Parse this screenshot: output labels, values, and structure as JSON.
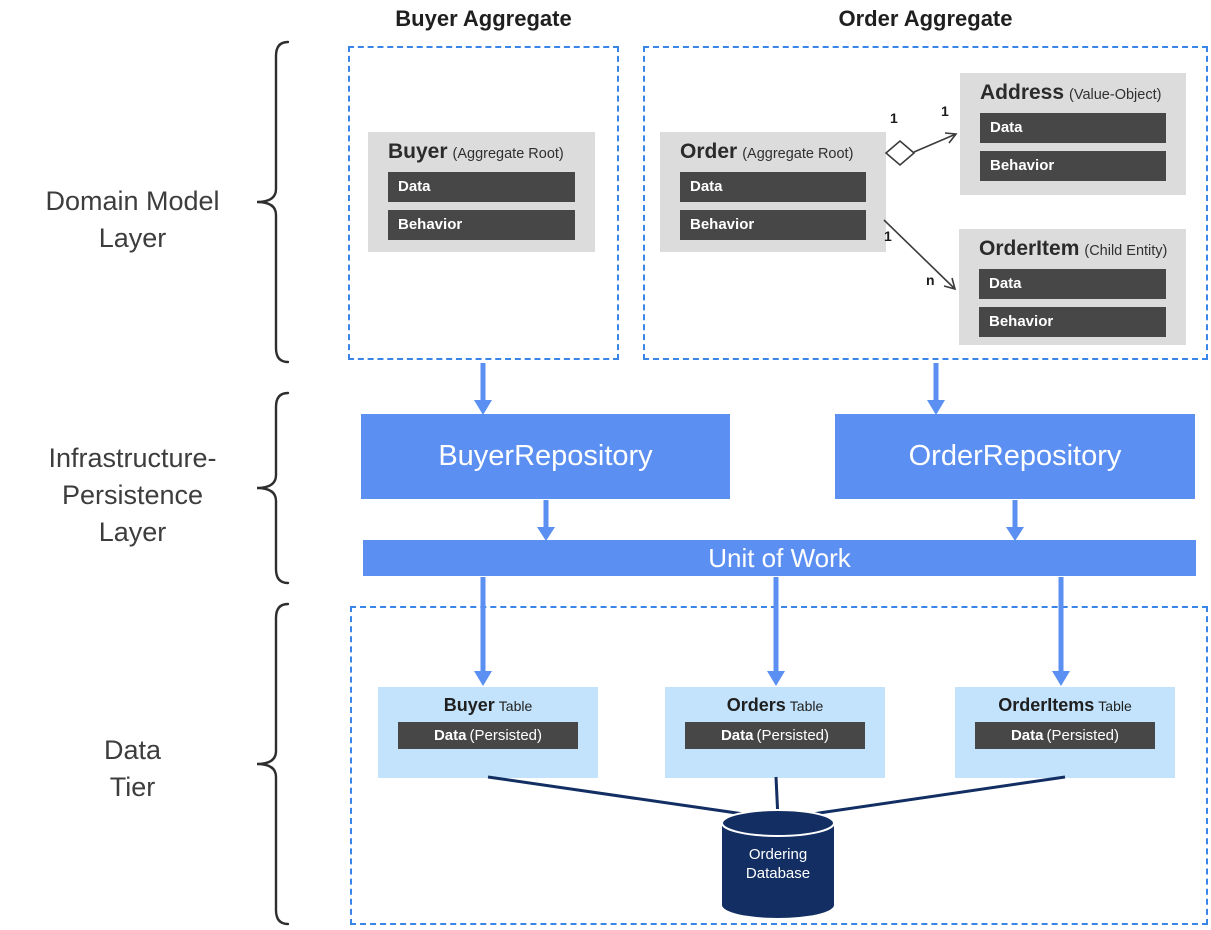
{
  "colors": {
    "accent_blue": "#5b8ff2",
    "dashed_border_blue": "#3a86e8",
    "table_fill_light_blue": "#c2e3fb",
    "entity_fill_gray": "#dcdcdc",
    "section_bar_dark": "#474747",
    "database_navy": "#122e63"
  },
  "headings": {
    "buyer_aggregate": "Buyer Aggregate",
    "order_aggregate": "Order Aggregate"
  },
  "layer_labels": {
    "domain": {
      "lines": [
        "Domain Model",
        "Layer"
      ]
    },
    "infrastructure": {
      "lines": [
        "Infrastructure-",
        "Persistence",
        "Layer"
      ]
    },
    "data": {
      "lines": [
        "Data",
        "Tier"
      ]
    }
  },
  "entities": {
    "buyer": {
      "name": "Buyer",
      "stereotype": "(Aggregate Root)",
      "sections": [
        "Data",
        "Behavior"
      ]
    },
    "order": {
      "name": "Order",
      "stereotype": "(Aggregate Root)",
      "sections": [
        "Data",
        "Behavior"
      ]
    },
    "address": {
      "name": "Address",
      "stereotype": "(Value-Object)",
      "sections": [
        "Data",
        "Behavior"
      ]
    },
    "order_item": {
      "name": "OrderItem",
      "stereotype": "(Child Entity)",
      "sections": [
        "Data",
        "Behavior"
      ]
    }
  },
  "relationships": {
    "order_address": {
      "source_multiplicity": "1",
      "target_multiplicity": "1"
    },
    "order_order_item": {
      "source_multiplicity": "1",
      "target_multiplicity": "n"
    }
  },
  "repositories": {
    "buyer": "BuyerRepository",
    "order": "OrderRepository"
  },
  "unit_of_work": "Unit of Work",
  "tables": [
    {
      "name": "Buyer",
      "type_label": "Table",
      "data_label": "Data",
      "persisted_label": "(Persisted)"
    },
    {
      "name": "Orders",
      "type_label": "Table",
      "data_label": "Data",
      "persisted_label": "(Persisted)"
    },
    {
      "name": "OrderItems",
      "type_label": "Table",
      "data_label": "Data",
      "persisted_label": "(Persisted)"
    }
  ],
  "database": {
    "lines": [
      "Ordering",
      "Database"
    ]
  }
}
